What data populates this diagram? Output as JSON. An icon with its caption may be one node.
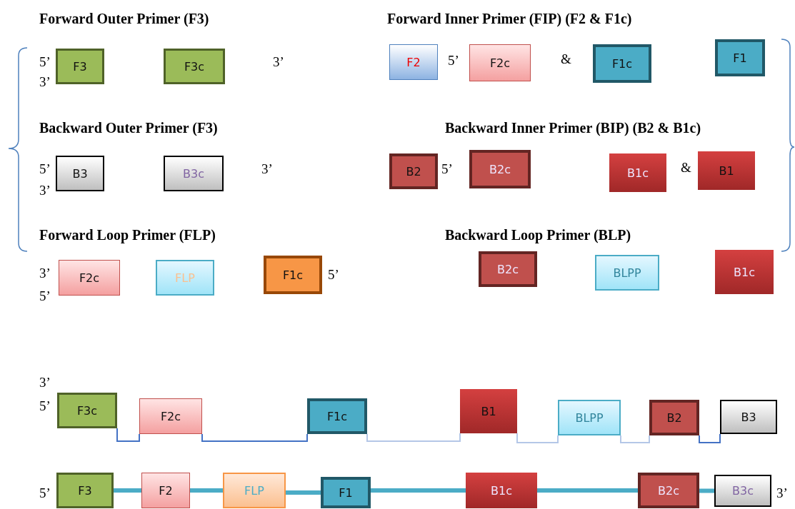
{
  "diagram": {
    "nodes": [
      {
        "text": [
          "F3"
        ]
      },
      {
        "text": [
          "F3c"
        ]
      },
      {
        "text": [
          "F2"
        ]
      },
      {
        "text": [
          "F2c"
        ]
      },
      {
        "text": [
          "F1c"
        ]
      },
      {
        "text": [
          "F1"
        ]
      },
      {
        "text": [
          "B3"
        ]
      },
      {
        "text": [
          "B3c"
        ]
      },
      {
        "text": [
          "B2"
        ]
      },
      {
        "text": [
          "B2c"
        ]
      },
      {
        "text": [
          "B1c"
        ]
      },
      {
        "text": [
          "B1"
        ]
      },
      {
        "text": [
          "F2c"
        ]
      },
      {
        "text": [
          "FLP"
        ]
      },
      {
        "text": [
          "F1c"
        ]
      },
      {
        "text": [
          "B2c"
        ]
      },
      {
        "text": [
          "BLPP"
        ]
      },
      {
        "text": [
          "B1c"
        ]
      },
      {
        "text": [
          "F3c"
        ]
      },
      {
        "text": [
          "F2c"
        ]
      },
      {
        "text": [
          "F1c"
        ]
      },
      {
        "text": [
          "B1"
        ]
      },
      {
        "text": [
          "BLPP"
        ]
      },
      {
        "text": [
          "B2"
        ]
      },
      {
        "text": [
          "B3"
        ]
      },
      {
        "text": [
          "F3"
        ]
      },
      {
        "text": [
          "F2"
        ]
      },
      {
        "text": [
          "FLP"
        ]
      },
      {
        "text": [
          "F1"
        ]
      },
      {
        "text": [
          "B1c"
        ]
      },
      {
        "text": [
          "B2c"
        ]
      },
      {
        "text": [
          "B3c"
        ]
      }
    ],
    "edges": [
      {
        "from": 18,
        "to": 19,
        "arrow": "none",
        "color": "#4472c4"
      },
      {
        "from": 19,
        "to": 20,
        "arrow": "none",
        "color": "#4472c4"
      },
      {
        "from": 20,
        "to": 21,
        "arrow": "none",
        "color": "#b4c7e7"
      },
      {
        "from": 21,
        "to": 22,
        "arrow": "none",
        "color": "#b4c7e7"
      },
      {
        "from": 22,
        "to": 23,
        "arrow": "none",
        "color": "#b4c7e7"
      },
      {
        "from": 23,
        "to": 24,
        "arrow": "none",
        "color": "#4472c4"
      },
      {
        "from": 25,
        "to": 26,
        "arrow": "none",
        "style": "thick"
      },
      {
        "from": 26,
        "to": 27,
        "arrow": "none",
        "style": "thick"
      },
      {
        "from": 27,
        "to": 28,
        "arrow": "none",
        "style": "thick"
      },
      {
        "from": 28,
        "to": 29,
        "arrow": "none",
        "style": "thick"
      },
      {
        "from": 29,
        "to": 30,
        "arrow": "none",
        "style": "thick"
      },
      {
        "from": 30,
        "to": 31,
        "arrow": "none",
        "style": "thick"
      }
    ],
    "labels": [
      "Forward Outer Primer (F3)",
      "Forward Inner Primer (FIP) (F2 & F1c)",
      "5’",
      "3’",
      "5’",
      "&",
      "3’",
      "Backward Outer Primer (F3)",
      "Backward Inner Primer (BIP) (B2 & B1c)",
      "5’",
      "3’",
      "5’",
      "&",
      "3’",
      "Forward Loop Primer (FLP)",
      "Backward Loop Primer (BLP)",
      "3’",
      "5’",
      "5’",
      "3’",
      "5’",
      "5’",
      "3’"
    ]
  }
}
